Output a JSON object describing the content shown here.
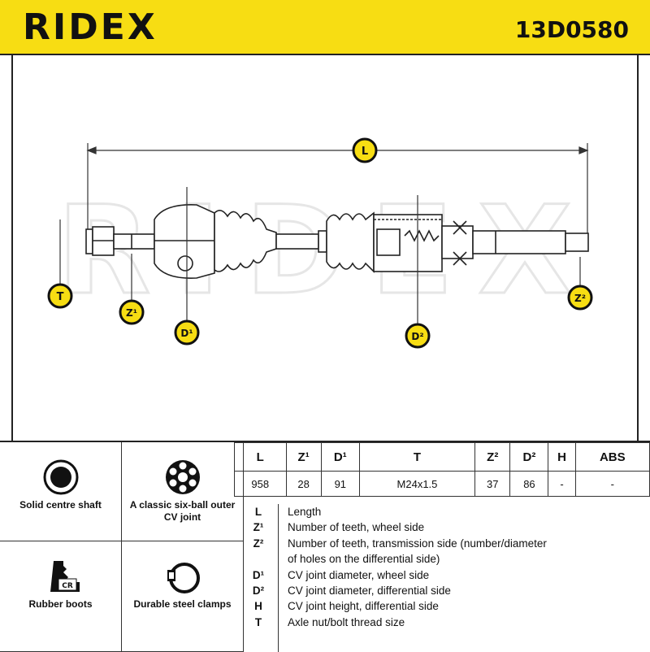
{
  "header": {
    "brand": "RIDEX",
    "part_number": "13D0580"
  },
  "drawing": {
    "watermark": "RIDEX",
    "callouts": {
      "L": "L",
      "T": "T",
      "Z1": "Z¹",
      "D1": "D¹",
      "D2": "D²",
      "Z2": "Z²"
    },
    "colors": {
      "callout_fill": "#f7dd13",
      "callout_dark": "#111111"
    }
  },
  "features": [
    {
      "icon": "solid-shaft-icon",
      "label": "Solid centre shaft"
    },
    {
      "icon": "six-ball-joint-icon",
      "label": "A classic six-ball outer CV joint"
    },
    {
      "icon": "rubber-boot-icon",
      "label": "Rubber boots",
      "badge": "CR"
    },
    {
      "icon": "steel-clamp-icon",
      "label": "Durable steel clamps"
    }
  ],
  "specs": {
    "headers": [
      "L",
      "Z¹",
      "D¹",
      "T",
      "Z²",
      "D²",
      "H",
      "ABS"
    ],
    "values": [
      "958",
      "28",
      "91",
      "M24x1.5",
      "37",
      "86",
      "-",
      "-"
    ]
  },
  "legend": [
    {
      "key": "L",
      "text": "Length"
    },
    {
      "key": "Z¹",
      "text": "Number of teeth, wheel side"
    },
    {
      "key": "Z²",
      "text": "Number of teeth, transmission side (number/diameter"
    },
    {
      "key": "",
      "text": "of holes on the differential side)"
    },
    {
      "key": "D¹",
      "text": "CV joint diameter, wheel side"
    },
    {
      "key": "D²",
      "text": "CV joint diameter, differential side"
    },
    {
      "key": "H",
      "text": "CV joint height, differential side"
    },
    {
      "key": "T",
      "text": "Axle nut/bolt thread size"
    }
  ],
  "colors": {
    "brand_yellow": "#f7dd13",
    "ink": "#111111"
  }
}
